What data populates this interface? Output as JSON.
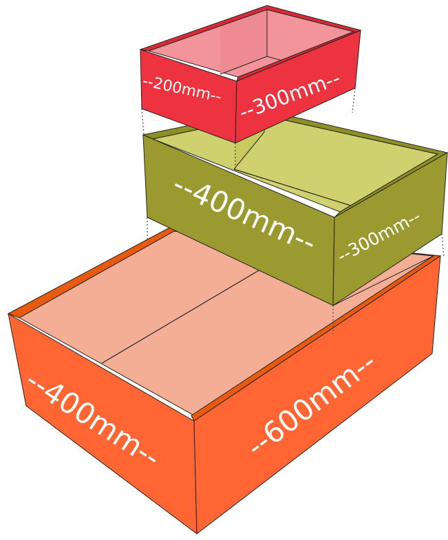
{
  "colors": {
    "large_box": {
      "front": "#FF6633",
      "side": "#FF6633",
      "rim": "#E85A0F",
      "inner": "#F4AE96",
      "inner_side": "#F4AE96"
    },
    "medium_box": {
      "front": "#9A9A30",
      "side": "#9A9A30",
      "rim": "#8F8F28",
      "inner": "#CFD06E",
      "inner_side": "#C8C95F"
    },
    "small_box": {
      "front": "#EE3340",
      "side": "#EE3340",
      "rim": "#D92B37",
      "inner": "#F3949A",
      "inner_side": "#EE8A91"
    },
    "outline": "#222222",
    "guide": "#555555",
    "label": "#ffffff"
  },
  "boxes": {
    "large": {
      "width_label": "--400mm--",
      "length_label": "--600mm--"
    },
    "medium": {
      "width_label": "--400mm--",
      "length_label": "--300mm--"
    },
    "small": {
      "width_label": "--200mm--",
      "length_label": "--300mm--"
    }
  }
}
